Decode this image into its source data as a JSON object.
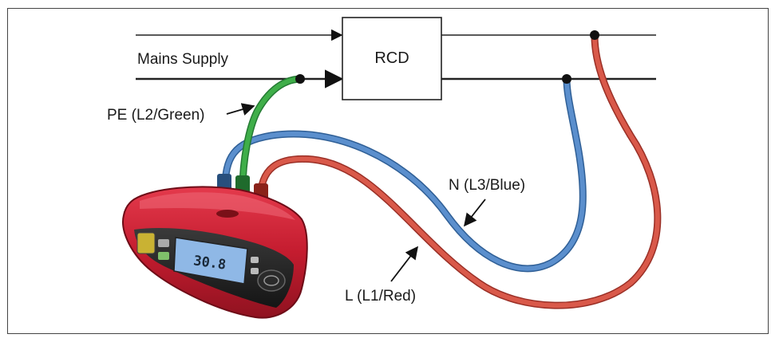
{
  "diagram": {
    "labels": {
      "mains_supply": "Mains Supply",
      "rcd": "RCD",
      "pe": "PE (L2/Green)",
      "neutral": "N (L3/Blue)",
      "live": "L (L1/Red)"
    },
    "tester": {
      "display_reading": "30.8"
    },
    "colors": {
      "green_lead": "#3fae49",
      "blue_lead": "#5b8fcd",
      "red_lead": "#d9594a",
      "tester_body": "#c81e32",
      "display": "#8fb8e6"
    }
  }
}
